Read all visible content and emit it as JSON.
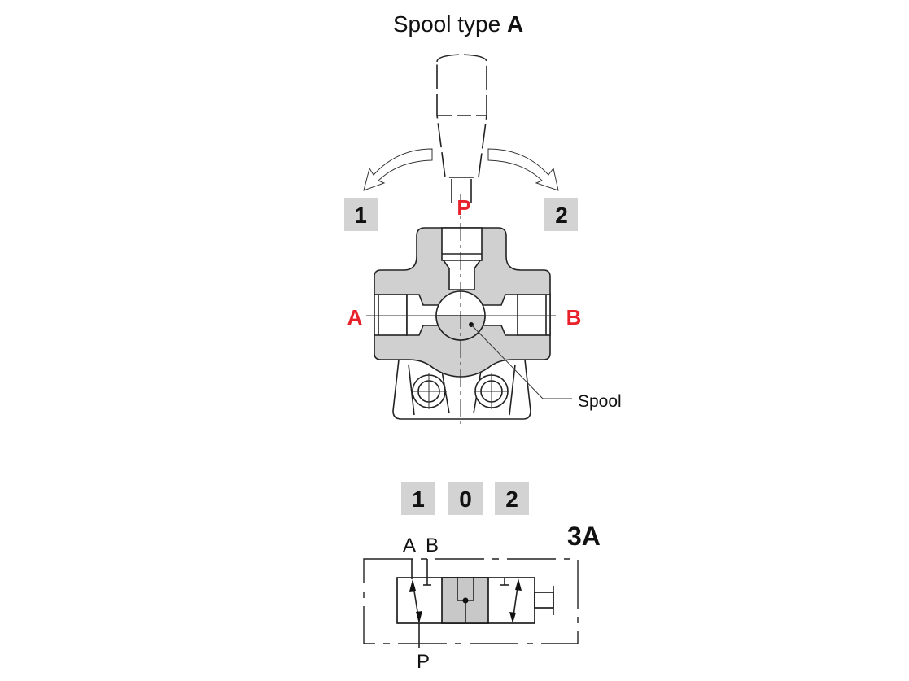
{
  "title": {
    "prefix": "Spool type",
    "type": "A"
  },
  "positions_top": {
    "left": "1",
    "right": "2"
  },
  "ports": {
    "P": "P",
    "A": "A",
    "B": "B"
  },
  "callout": "Spool",
  "positions_bottom": [
    "1",
    "0",
    "2"
  ],
  "symbol": {
    "code": "3A",
    "A": "A",
    "B": "B",
    "P": "P"
  },
  "colors": {
    "port_label": "#e8202a",
    "body": "#d0d0d0",
    "position_box": "#d3d3d3"
  }
}
